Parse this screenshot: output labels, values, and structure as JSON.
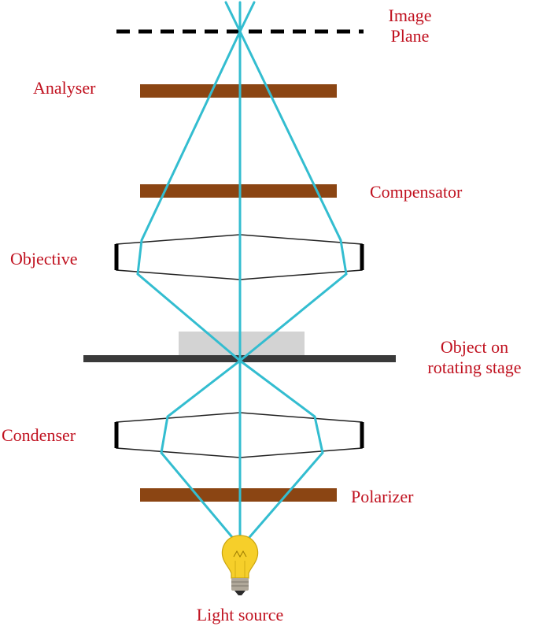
{
  "colors": {
    "label": "#c0111f",
    "ray": "#33bdd0",
    "filter": "#8b4513",
    "stage": "#3a3a3a",
    "specimen": "#d3d3d3",
    "lens_outline": "#222222",
    "bulb": "#f6cf2a",
    "bulb_base": "#b0a89a"
  },
  "labels": {
    "image_plane_line1": "Image",
    "image_plane_line2": "Plane",
    "analyser": "Analyser",
    "compensator": "Compensator",
    "objective": "Objective",
    "object_line1": "Object on",
    "object_line2": "rotating stage",
    "condenser": "Condenser",
    "polarizer": "Polarizer",
    "light_source": "Light source"
  },
  "icons": {
    "light_source": "light-bulb-icon"
  }
}
